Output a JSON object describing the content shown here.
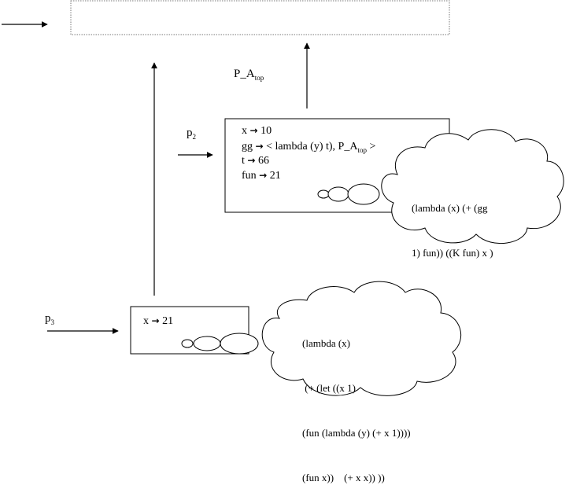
{
  "top_frame": {
    "style": "dotted"
  },
  "labels": {
    "p_a_top": {
      "main": "P_A",
      "sub": "top"
    },
    "p2": {
      "main": "p",
      "sub": "2"
    },
    "p3": {
      "main": "p",
      "sub": "3"
    }
  },
  "frame_p2": {
    "bindings": [
      {
        "var": "x",
        "arrow": "→",
        "value": "10"
      },
      {
        "var": "gg",
        "arrow": "→",
        "value": "< lambda (y) t), P_A",
        "sub": "top",
        "tail": " >"
      },
      {
        "var": "t",
        "arrow": "→",
        "value": " 66"
      },
      {
        "var": "fun",
        "arrow": "→",
        "value": "21"
      }
    ],
    "closure_lines": [
      "(lambda (x) (+ (gg",
      "1) fun)) ((K fun) x )"
    ]
  },
  "frame_p3": {
    "bindings": [
      {
        "var": "x",
        "arrow": "→",
        "value": "21"
      }
    ],
    "closure_lines": [
      "(lambda (x)",
      " (+ (let ((x 1)",
      "(fun (lambda (y) (+ x 1))))",
      "(fun x))    (+ x x)) ))"
    ]
  },
  "icons": {
    "arrow_glyph": "right-arrow-icon",
    "pointer": "pointer-arrow-icon",
    "cloud": "thought-cloud-icon"
  }
}
